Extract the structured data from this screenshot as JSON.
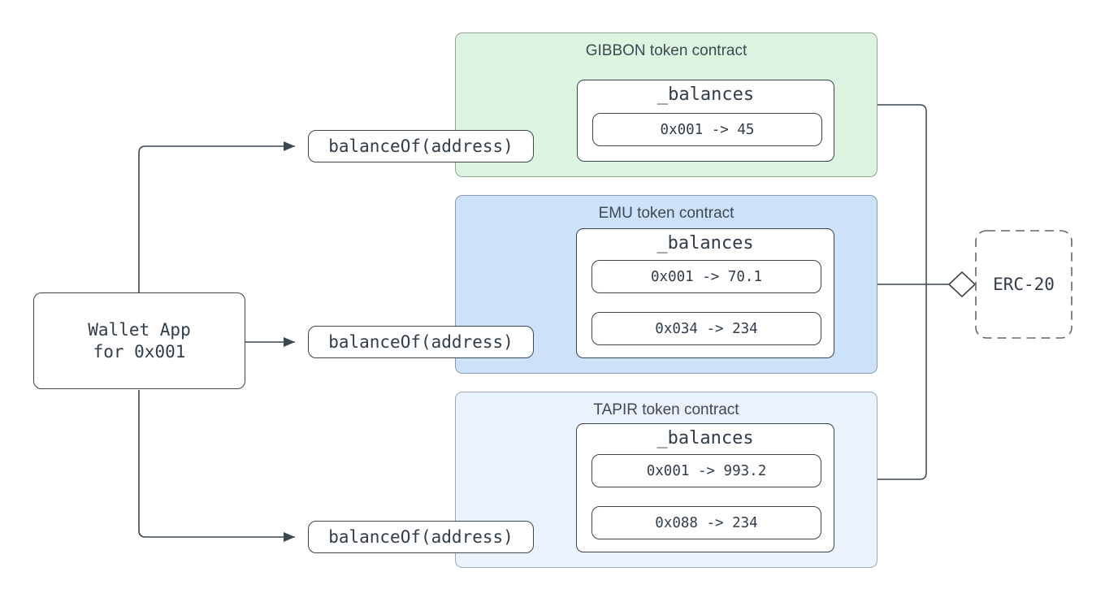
{
  "wallet": {
    "label_line1": "Wallet App",
    "label_line2": "for 0x001"
  },
  "method_calls": [
    "balanceOf(address)",
    "balanceOf(address)",
    "balanceOf(address)"
  ],
  "contracts": [
    {
      "title": "GIBBON token contract",
      "fill": "#DDF5E0",
      "stroke": "#93A496",
      "balances_label": "_balances",
      "entries": [
        "0x001 -> 45"
      ]
    },
    {
      "title": "EMU token contract",
      "fill": "#CCE2FB",
      "stroke": "#8A9BAD",
      "balances_label": "_balances",
      "entries": [
        "0x001 -> 70.1",
        "0x034 -> 234"
      ]
    },
    {
      "title": "TAPIR token contract",
      "fill": "#EAF2FD",
      "stroke": "#9FAAB8",
      "balances_label": "_balances",
      "entries": [
        "0x001 -> 993.2",
        "0x088 -> 234"
      ]
    }
  ],
  "interface": {
    "label": "ERC-20"
  },
  "colors": {
    "connector_stroke": "#3A4650",
    "text": "#313D49",
    "dashed_stroke": "#5D6874"
  }
}
